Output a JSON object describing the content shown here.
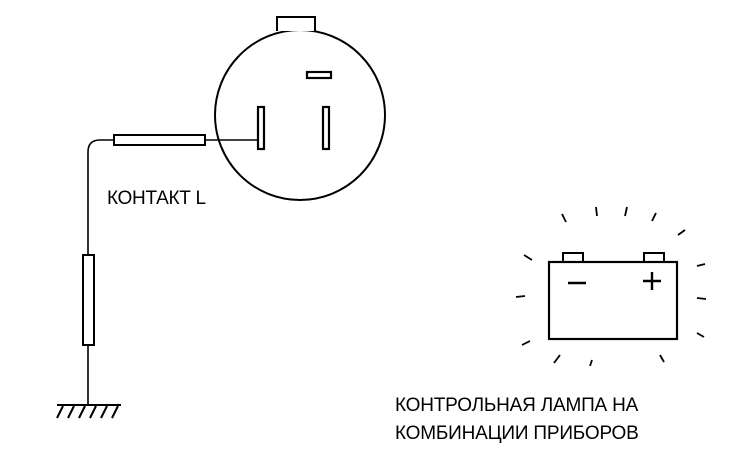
{
  "labels": {
    "contact": "КОНТАКТ L",
    "lamp_line1": "КОНТРОЛЬНАЯ ЛАМПА НА",
    "lamp_line2": "КОМБИНАЦИИ ПРИБОРОВ"
  },
  "battery": {
    "minus_symbol": "−",
    "plus_symbol": "+"
  },
  "colors": {
    "stroke": "#000000",
    "background": "#ffffff"
  }
}
